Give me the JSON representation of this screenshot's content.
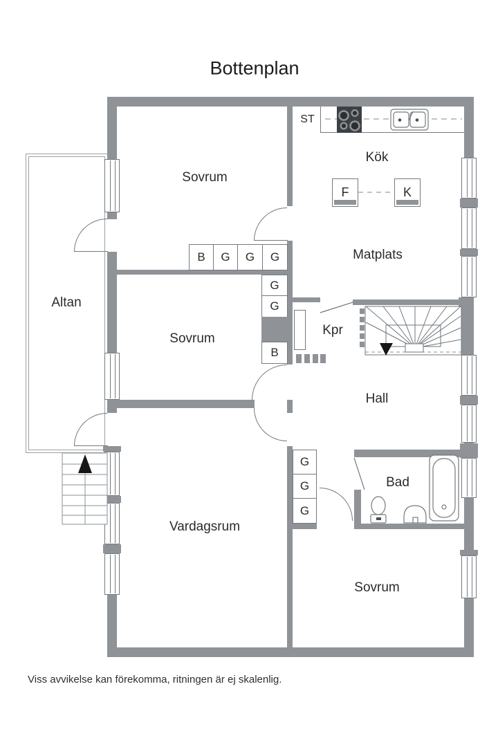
{
  "title": "Bottenplan",
  "footer": "Viss avvikelse kan förekomma, ritningen är ej skalenlig.",
  "rooms": {
    "sovrum_top": "Sovrum",
    "kok": "Kök",
    "matplats": "Matplats",
    "altan": "Altan",
    "sovrum_mid": "Sovrum",
    "kpr": "Kpr",
    "hall": "Hall",
    "vardagsrum": "Vardagsrum",
    "bad": "Bad",
    "sovrum_bottom": "Sovrum"
  },
  "kitchen": {
    "st_label": "ST",
    "fridge_label": "F",
    "freezer_label": "K"
  },
  "closets": {
    "sovrum1_row": [
      "B",
      "G",
      "G",
      "G"
    ],
    "sovrum2_col": [
      "G",
      "G",
      "B"
    ],
    "hall_col": [
      "G",
      "G",
      "G"
    ]
  },
  "icons": {
    "cooktop": "cooktop-icon",
    "kitchen_sink": "kitchen-sink-icon",
    "toilet": "toilet-icon",
    "washbasin": "washbasin-icon",
    "bathtub": "bathtub-icon",
    "stairs_up_arrow": "arrow-up-icon",
    "stairs_down_arrow": "arrow-down-icon"
  },
  "colors": {
    "wall": "#8f9397",
    "thin_line": "#74797d",
    "appliance_dark": "#3d4043"
  }
}
